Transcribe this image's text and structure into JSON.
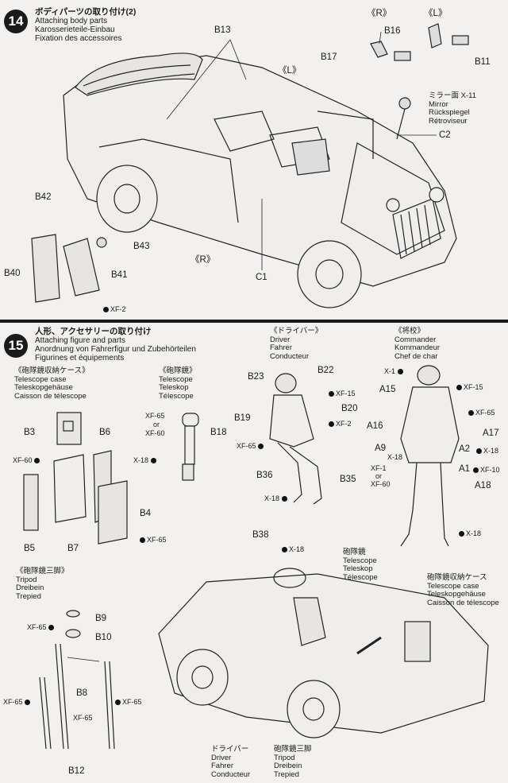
{
  "step14": {
    "number": "14",
    "title_jp": "ボディパーツの取り付け(2)",
    "title_en": "Attaching body parts",
    "title_de": "Karosserieteile-Einbau",
    "title_fr": "Fixation des accessoires",
    "parts": {
      "B13": "B13",
      "R_top": "《R》",
      "L_top": "《L》",
      "B16": "B16",
      "B17": "B17",
      "B11": "B11",
      "L_mid": "《L》",
      "mirror_jp": "ミラー面 X-11",
      "mirror_en": "Mirror",
      "mirror_de": "Rückspiegel",
      "mirror_fr": "Rétroviseur",
      "C2": "C2",
      "B42": "B42",
      "B43": "B43",
      "R_bottom": "《R》",
      "B40": "B40",
      "B41": "B41",
      "C1": "C1",
      "XF2": "XF-2"
    }
  },
  "step15": {
    "number": "15",
    "title_jp": "人形、アクセサリーの取り付け",
    "title_en": "Attaching figure and parts",
    "title_de": "Anordnung von Fahrerfigur und Zubehörteilen",
    "title_fr": "Figurines et équipements",
    "case": {
      "jp": "《砲隊鏡収納ケース》",
      "en": "Telescope case",
      "de": "Teleskopgehäuse",
      "fr": "Caisson de télescope"
    },
    "scope": {
      "jp": "《砲隊鏡》",
      "en": "Telescope",
      "de": "Teleskop",
      "fr": "Télescope"
    },
    "tripod": {
      "jp": "《砲隊鏡三脚》",
      "en": "Tripod",
      "de": "Dreibein",
      "fr": "Trepied"
    },
    "driver": {
      "jp": "《ドライバー》",
      "en": "Driver",
      "de": "Fahrer",
      "fr": "Conducteur"
    },
    "commander": {
      "jp": "《将校》",
      "en": "Commander",
      "de": "Kommandeur",
      "fr": "Chef de char"
    },
    "bottom_driver": {
      "jp": "ドライバー",
      "en": "Driver",
      "de": "Fahrer",
      "fr": "Conducteur"
    },
    "bottom_tripod": {
      "jp": "砲隊鏡三脚",
      "en": "Tripod",
      "de": "Dreibein",
      "fr": "Trepied"
    },
    "bottom_scope": {
      "jp": "砲隊鏡",
      "en": "Telescope",
      "de": "Teleskop",
      "fr": "Télescope"
    },
    "bottom_case": {
      "jp": "砲隊鏡収納ケース",
      "en": "Telescope case",
      "de": "Teleskopgehäuse",
      "fr": "Caisson de télescope"
    },
    "parts": {
      "B3": "B3",
      "B6": "B6",
      "B4": "B4",
      "B5": "B5",
      "B7": "B7",
      "B18": "B18",
      "B9": "B9",
      "B10": "B10",
      "B8": "B8",
      "B12": "B12",
      "B23": "B23",
      "B22": "B22",
      "B20": "B20",
      "B19": "B19",
      "B36": "B36",
      "B35": "B35",
      "A15": "A15",
      "A16": "A16",
      "A9": "A9",
      "A17": "A17",
      "A2": "A2",
      "A1": "A1",
      "A18": "A18",
      "B38": "B38"
    },
    "paints": {
      "xf60": "XF-60",
      "xf65": "XF-65",
      "xf65or": "XF-65",
      "or1": "or",
      "xf60b": "XF-60",
      "x18a": "X-18",
      "xf65c": "XF-65",
      "xf65d": "XF-65",
      "xf65e": "XF-65",
      "xf65f": "XF-65",
      "xf15": "XF-15",
      "xf2": "XF-2",
      "xf65g": "XF-65",
      "x18b": "X-18",
      "x1": "X-1",
      "xf15b": "XF-15",
      "xf65h": "XF-65",
      "x18c": "X-18",
      "xf1": "XF-1",
      "or2": "or",
      "xf60c": "XF-60",
      "x18d": "X-18",
      "xf10": "XF-10",
      "x18e": "X-18",
      "x18f": "X-18"
    }
  }
}
